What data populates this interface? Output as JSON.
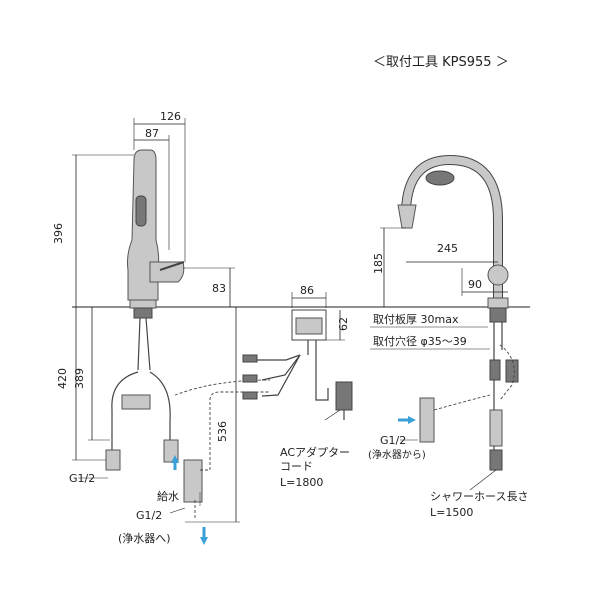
{
  "title": "＜取付工具 KPS955 ＞",
  "dimensions": {
    "d126": "126",
    "d87": "87",
    "d396": "396",
    "d83": "83",
    "d420": "420",
    "d389": "389",
    "d536": "536",
    "d86": "86",
    "d62": "62",
    "d245": "245",
    "d185": "185",
    "d90": "90"
  },
  "labels": {
    "board_thickness": "取付板厚 30max",
    "hole_diameter": "取付穴径 φ35～39",
    "ac_adapter_line1": "ACアダプター",
    "ac_adapter_line2": "コード",
    "ac_adapter_length": "L=1800",
    "g12_left": "G1/2",
    "supply_water": "給水",
    "g12_bottom": "G1/2",
    "to_purifier": "(浄水器へ)",
    "g12_right": "G1/2",
    "from_purifier": "(浄水器から)",
    "shower_hose": "シャワーホース長さ",
    "shower_hose_length": "L=1500"
  },
  "colors": {
    "arrow": "#3aa0d8",
    "faucet_grey": "#c8c8c8"
  }
}
